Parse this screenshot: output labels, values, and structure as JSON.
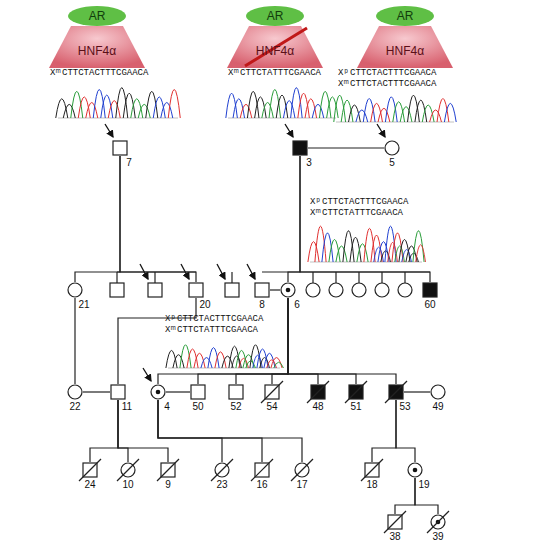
{
  "diagram": {
    "nodes": [
      {
        "text": [
          "AR"
        ]
      },
      {
        "text": [
          "HNF4α"
        ]
      },
      {
        "text": [
          "AR"
        ]
      },
      {
        "text": [
          "HNF4α"
        ]
      },
      {
        "text": [
          "AR"
        ]
      },
      {
        "text": [
          "HNF4α"
        ]
      },
      {
        "text": [
          "7"
        ]
      },
      {
        "text": [
          "3"
        ]
      },
      {
        "text": [
          "5"
        ]
      },
      {
        "text": [
          "21"
        ]
      },
      {
        "text": [
          "20"
        ]
      },
      {
        "text": [
          "8"
        ]
      },
      {
        "text": [
          "6"
        ]
      },
      {
        "text": [
          "60"
        ]
      },
      {
        "text": [
          "22"
        ]
      },
      {
        "text": [
          "11"
        ]
      },
      {
        "text": [
          "4"
        ]
      },
      {
        "text": [
          "50"
        ]
      },
      {
        "text": [
          "52"
        ]
      },
      {
        "text": [
          "54"
        ]
      },
      {
        "text": [
          "48"
        ]
      },
      {
        "text": [
          "51"
        ]
      },
      {
        "text": [
          "53"
        ]
      },
      {
        "text": [
          "49"
        ]
      },
      {
        "text": [
          "24"
        ]
      },
      {
        "text": [
          "10"
        ]
      },
      {
        "text": [
          "9"
        ]
      },
      {
        "text": [
          "23"
        ]
      },
      {
        "text": [
          "16"
        ]
      },
      {
        "text": [
          "17"
        ]
      },
      {
        "text": [
          "18"
        ]
      },
      {
        "text": [
          "19"
        ]
      },
      {
        "text": [
          "38"
        ]
      },
      {
        "text": [
          "39"
        ]
      }
    ],
    "edges": [
      {
        "from": 7,
        "to": 8,
        "arrow": "none"
      },
      {
        "from": 6,
        "to": 9,
        "arrow": "none"
      },
      {
        "from": 6,
        "to": 10,
        "arrow": "none"
      },
      {
        "from": 7,
        "to": 12,
        "arrow": "none"
      },
      {
        "from": 7,
        "to": 13,
        "arrow": "none"
      },
      {
        "from": 11,
        "to": 12,
        "arrow": "none"
      },
      {
        "from": 12,
        "to": 16,
        "arrow": "none"
      },
      {
        "from": 12,
        "to": 17,
        "arrow": "none"
      },
      {
        "from": 12,
        "to": 18,
        "arrow": "none"
      },
      {
        "from": 12,
        "to": 19,
        "arrow": "none"
      },
      {
        "from": 12,
        "to": 20,
        "arrow": "none"
      },
      {
        "from": 12,
        "to": 21,
        "arrow": "none"
      },
      {
        "from": 12,
        "to": 22,
        "arrow": "none"
      },
      {
        "from": 9,
        "to": 14,
        "arrow": "none"
      },
      {
        "from": 10,
        "to": 15,
        "arrow": "none"
      },
      {
        "from": 14,
        "to": 15,
        "arrow": "none"
      },
      {
        "from": 16,
        "to": 17,
        "arrow": "none"
      },
      {
        "from": 15,
        "to": 24,
        "arrow": "none"
      },
      {
        "from": 15,
        "to": 25,
        "arrow": "none"
      },
      {
        "from": 15,
        "to": 26,
        "arrow": "none"
      },
      {
        "from": 16,
        "to": 27,
        "arrow": "none"
      },
      {
        "from": 16,
        "to": 28,
        "arrow": "none"
      },
      {
        "from": 16,
        "to": 29,
        "arrow": "none"
      },
      {
        "from": 22,
        "to": 23,
        "arrow": "none"
      },
      {
        "from": 22,
        "to": 30,
        "arrow": "none"
      },
      {
        "from": 22,
        "to": 31,
        "arrow": "none"
      },
      {
        "from": 31,
        "to": 32,
        "arrow": "none"
      },
      {
        "from": 31,
        "to": 33,
        "arrow": "none"
      }
    ],
    "labels": [
      "Xᵐ",
      "CTTCTACTTTCGAACA",
      "Xᵐ",
      "CTTCTATTTCGAACA",
      "Xᵖ",
      "CTTCTACTTTCGAACA",
      "Xᵐ",
      "CTTCTACTTTCGAACA",
      "Xᵖ",
      "CTTCTACTTTCGAACA",
      "Xᵐ",
      "CTTCTATTTCGAACA",
      "Xᵖ",
      "CTTCTACTTTCGAACA",
      "Xᵐ",
      "CTTCTATTTCGAACA"
    ]
  }
}
